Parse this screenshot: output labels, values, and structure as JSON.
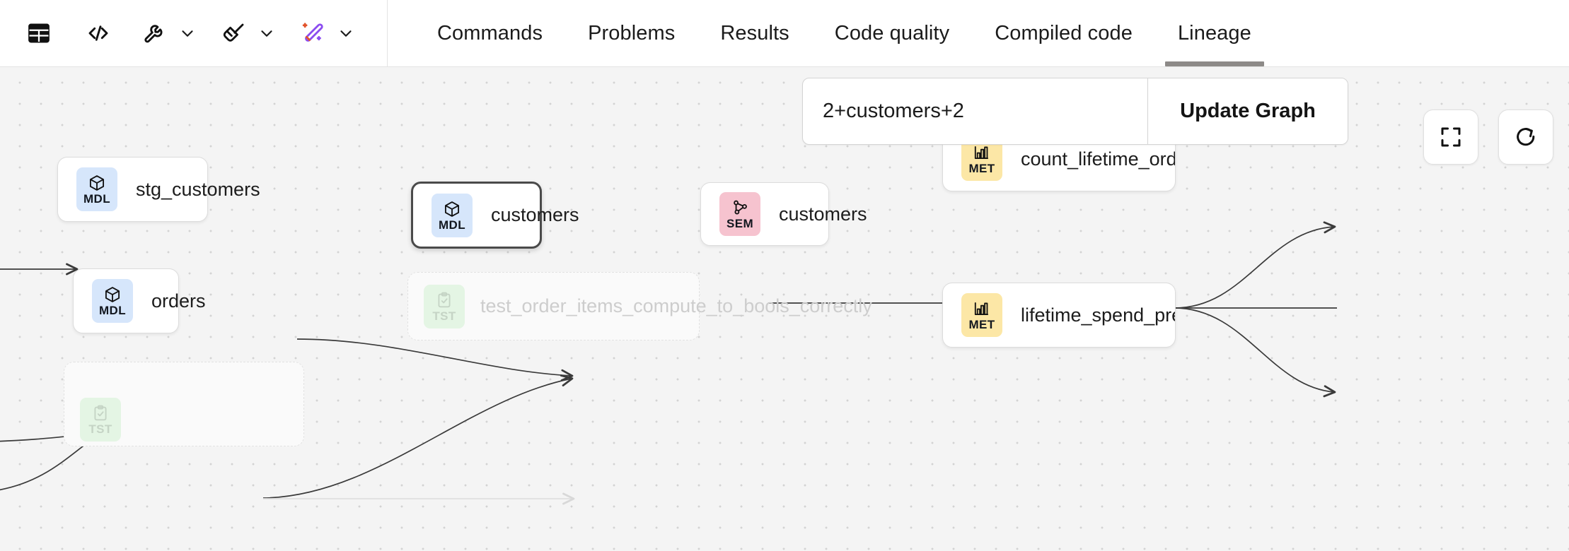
{
  "toolbar": {
    "icons": [
      {
        "name": "table-icon",
        "title": "Table view"
      },
      {
        "name": "code-icon",
        "title": "Code"
      },
      {
        "name": "wrench-icon",
        "title": "Tools"
      },
      {
        "name": "chevron-down-icon",
        "title": "Tools menu"
      },
      {
        "name": "broom-icon",
        "title": "Format"
      },
      {
        "name": "chevron-down-icon",
        "title": "Format menu"
      },
      {
        "name": "magic-wand-icon",
        "title": "AI assist"
      },
      {
        "name": "chevron-down-icon",
        "title": "AI assist menu"
      }
    ],
    "tabs": [
      {
        "label": "Commands",
        "active": false
      },
      {
        "label": "Problems",
        "active": false
      },
      {
        "label": "Results",
        "active": false
      },
      {
        "label": "Code quality",
        "active": false
      },
      {
        "label": "Compiled code",
        "active": false
      },
      {
        "label": "Lineage",
        "active": true
      }
    ]
  },
  "graph_controls": {
    "search_value": "2+customers+2",
    "search_placeholder": "",
    "update_label": "Update Graph",
    "fit_view_icon": "fit-view-icon",
    "refresh_icon": "refresh-icon"
  },
  "lineage": {
    "nodes": [
      {
        "id": "stg_customers",
        "kind": "MDL",
        "label": "stg_customers",
        "selected": false,
        "dimmed": false
      },
      {
        "id": "orders",
        "kind": "MDL",
        "label": "orders",
        "selected": false,
        "dimmed": false
      },
      {
        "id": "customers_mdl",
        "kind": "MDL",
        "label": "customers",
        "selected": true,
        "dimmed": false
      },
      {
        "id": "customers_sem",
        "kind": "SEM",
        "label": "customers",
        "selected": false,
        "dimmed": false
      },
      {
        "id": "count_lifetime_orders",
        "kind": "MET",
        "label": "count_lifetime_orders",
        "selected": false,
        "dimmed": false
      },
      {
        "id": "lifetime_spend_pretax",
        "kind": "MET",
        "label": "lifetime_spend_pretax",
        "selected": false,
        "dimmed": false
      },
      {
        "id": "test_order_items",
        "kind": "TST",
        "label": "test_order_items_compute_to_bools_correctly",
        "selected": false,
        "dimmed": true
      },
      {
        "id": "test_partial_bottom",
        "kind": "TST",
        "label": "",
        "selected": false,
        "dimmed": true
      }
    ],
    "badge_types": {
      "MDL": {
        "label": "MDL",
        "color": "#d6e6fb",
        "icon": "cube-icon"
      },
      "SEM": {
        "label": "SEM",
        "color": "#f6c3cf",
        "icon": "network-nodes-icon"
      },
      "MET": {
        "label": "MET",
        "color": "#fce7a6",
        "icon": "bar-chart-icon"
      },
      "TST": {
        "label": "TST",
        "color": "#e4f5e4",
        "icon": "clipboard-check-icon"
      }
    },
    "edges": [
      {
        "from": "offscreen-left",
        "to": "stg_customers"
      },
      {
        "from": "offscreen-left",
        "to": "orders"
      },
      {
        "from": "offscreen-left-2",
        "to": "orders"
      },
      {
        "from": "stg_customers",
        "to": "customers_mdl"
      },
      {
        "from": "orders",
        "to": "customers_mdl"
      },
      {
        "from": "orders",
        "to": "test_order_items",
        "dimmed": true
      },
      {
        "from": "customers_mdl",
        "to": "customers_sem"
      },
      {
        "from": "customers_sem",
        "to": "count_lifetime_orders"
      },
      {
        "from": "customers_sem",
        "to": "lifetime_spend_pretax"
      },
      {
        "from": "customers_sem",
        "to": "offscreen-right"
      }
    ]
  },
  "colors": {
    "canvas_bg": "#f4f4f4",
    "grid_dot": "#d3d3d3",
    "node_border": "#dcdcdc",
    "node_selected_border": "#4a4a4a",
    "edge": "#3a3a3a",
    "tab_underline": "#8d8a88"
  }
}
